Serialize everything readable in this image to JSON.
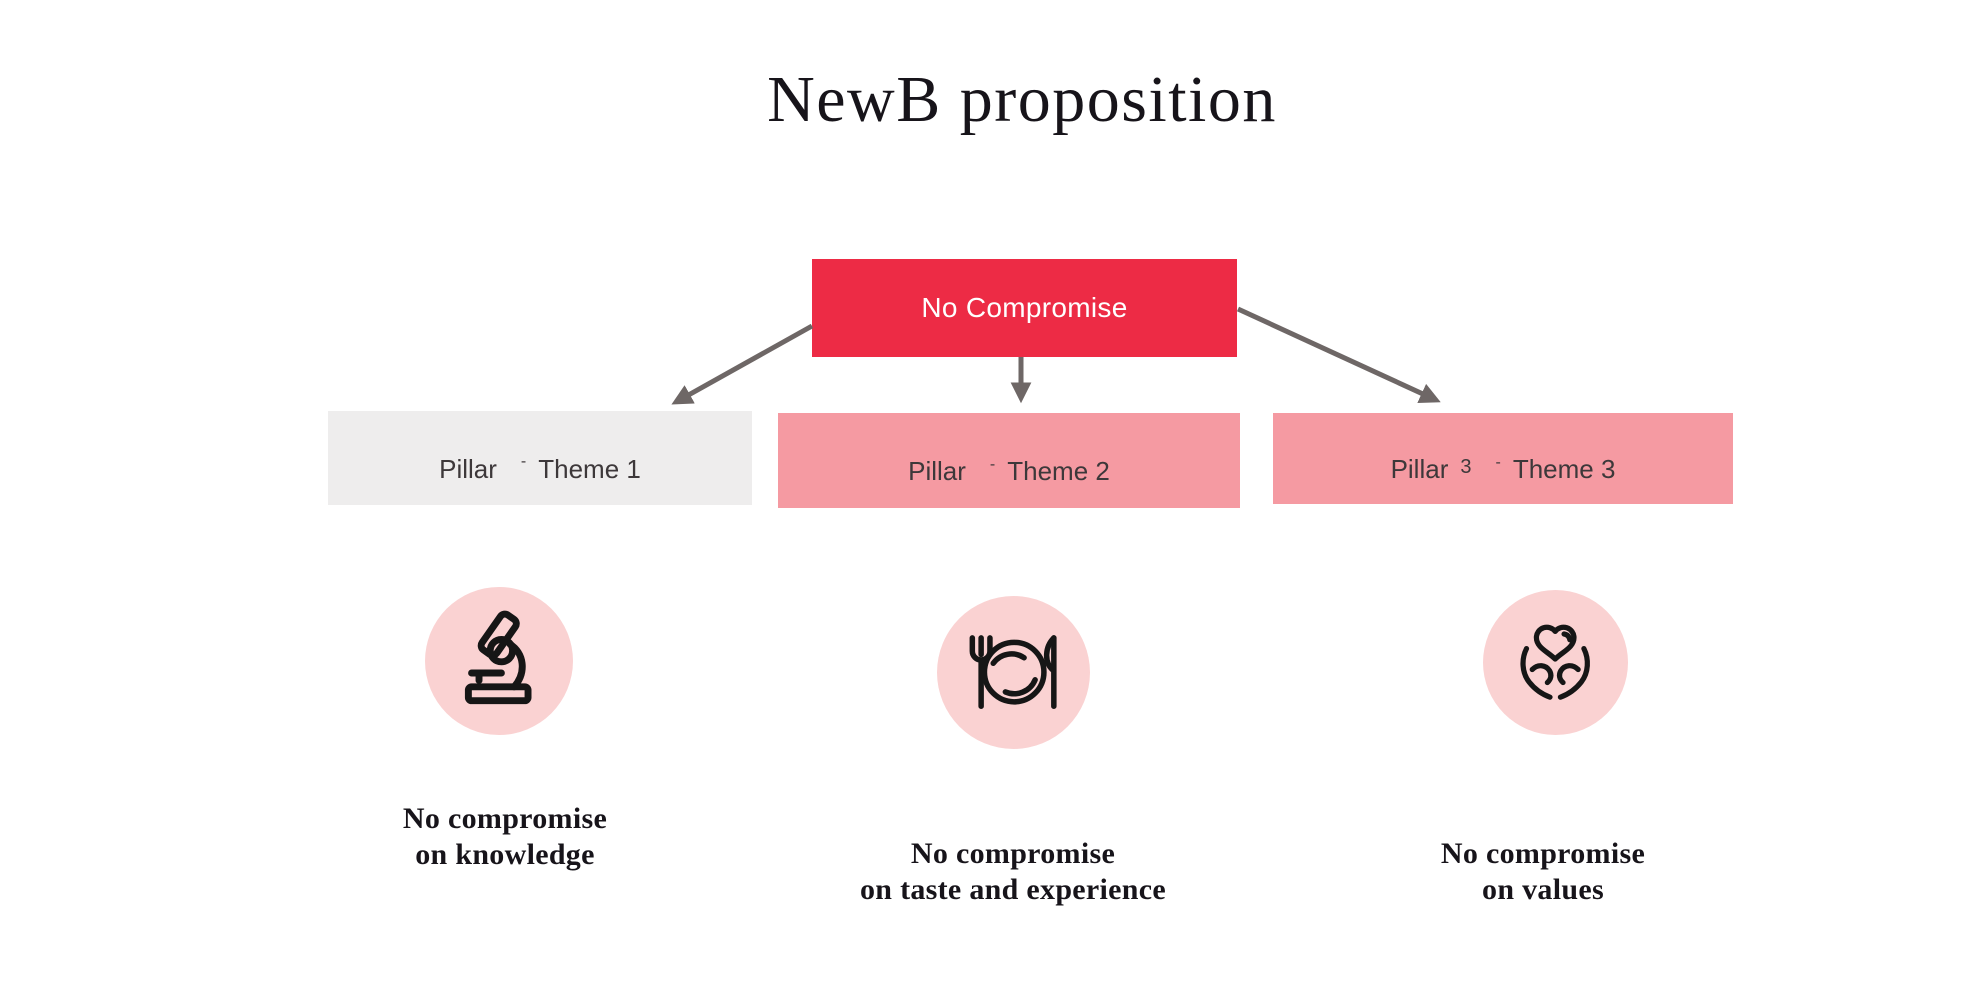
{
  "page": {
    "title": "NewB proposition"
  },
  "colors": {
    "accent-red": "#ED2B45",
    "pink": "#F59AA2",
    "light-gray": "#EEEDED",
    "icon-circle-pink": "#FAD2D2",
    "arrow-gray": "#6E6766",
    "box-text": "#3D383A",
    "heading-text": "#17141A",
    "root-text": "#FFFFFF",
    "icon-stroke": "#161616"
  },
  "root_node": {
    "label": "No Compromise"
  },
  "pillars": [
    {
      "prefix": "Pillar",
      "number": "",
      "separator": "-",
      "theme": "Theme 1"
    },
    {
      "prefix": "Pillar",
      "number": "",
      "separator": "-",
      "theme": "Theme 2"
    },
    {
      "prefix": "Pillar",
      "number": "3",
      "separator": "-",
      "theme": "Theme 3"
    }
  ],
  "value_props": [
    {
      "icon": "microscope-icon",
      "line1": "No compromise",
      "line2": "on knowledge"
    },
    {
      "icon": "plate-and-cutlery-icon",
      "line1": "No compromise",
      "line2": "on taste and experience"
    },
    {
      "icon": "hands-holding-heart-icon",
      "line1": "No compromise",
      "line2": "on values"
    }
  ]
}
